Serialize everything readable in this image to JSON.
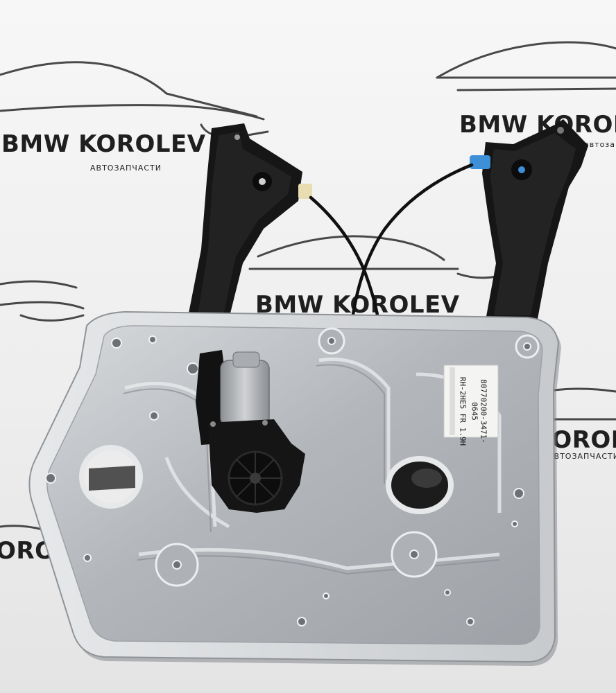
{
  "watermark": {
    "brand": "BMW KOROLEV",
    "brand_partial_right": "KOROLEV",
    "brand_partial_left": "OROLEV",
    "subtitle": "АВТОЗАПЧАСТИ",
    "subtitle_partial": "автозап"
  },
  "part_label": {
    "line1": "80770200-3471-0645",
    "line2": "RH-2HE5 FR 1.9H"
  },
  "colors": {
    "background": "#efefef",
    "panel": "#b9bcc0",
    "bracket": "#161616",
    "cable": "#101010",
    "connector_blue": "#3d8fd8",
    "connector_cream": "#e8ddb0"
  }
}
